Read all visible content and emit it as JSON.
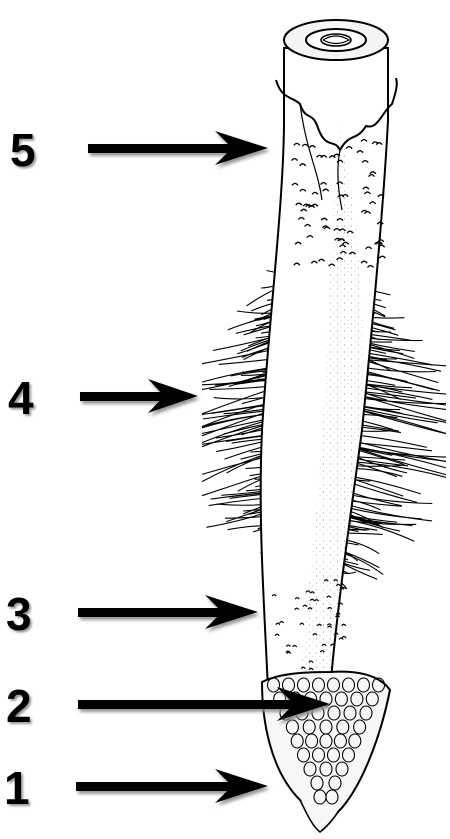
{
  "labels": [
    {
      "id": "5",
      "text": "5"
    },
    {
      "id": "4",
      "text": "4"
    },
    {
      "id": "3",
      "text": "3"
    },
    {
      "id": "2",
      "text": "2"
    },
    {
      "id": "1",
      "text": "1"
    }
  ],
  "colors": {
    "ink": "#000000",
    "paper": "#ffffff",
    "shadow": "#9a9a9a"
  }
}
